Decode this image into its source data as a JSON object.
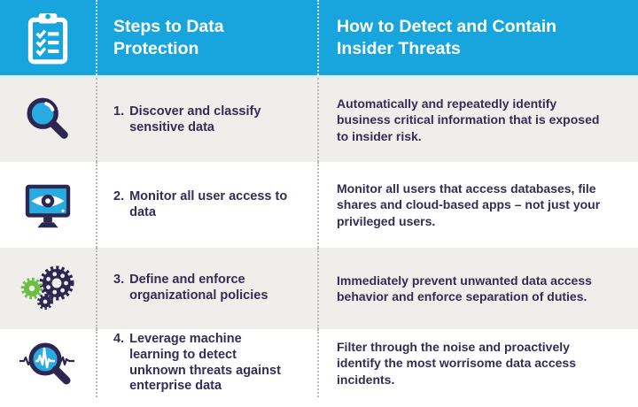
{
  "colors": {
    "header_blue": "#18A4DC",
    "icon_cyan": "#29ABE2",
    "navy": "#2B2750",
    "text_navy": "#332D55",
    "row_gray": "#F0EEEB",
    "gear_green": "#6CBE45",
    "white": "#FFFFFF"
  },
  "header": {
    "icon": "clipboard-checklist-icon",
    "col1_title": "Steps to Data Protection",
    "col2_title": "How to Detect and Contain Insider Threats"
  },
  "rows": [
    {
      "icon": "magnifier-icon",
      "number": "1.",
      "step": "Discover and classify sensitive data",
      "description": "Automatically and repeatedly identify business critical information that is exposed to insider risk."
    },
    {
      "icon": "monitor-eye-icon",
      "number": "2.",
      "step": "Monitor all user access to data",
      "description": "Monitor all users that access databases, file shares and cloud-based apps – not just your privileged users."
    },
    {
      "icon": "gears-icon",
      "number": "3.",
      "step": "Define and enforce organizational policies",
      "description": "Immediately prevent unwanted data access behavior and enforce separation of duties."
    },
    {
      "icon": "pulse-magnifier-icon",
      "number": "4.",
      "step": "Leverage machine learning to detect unknown threats against enterprise data",
      "description": "Filter through the noise and proactively identify the most worrisome data access incidents."
    }
  ]
}
